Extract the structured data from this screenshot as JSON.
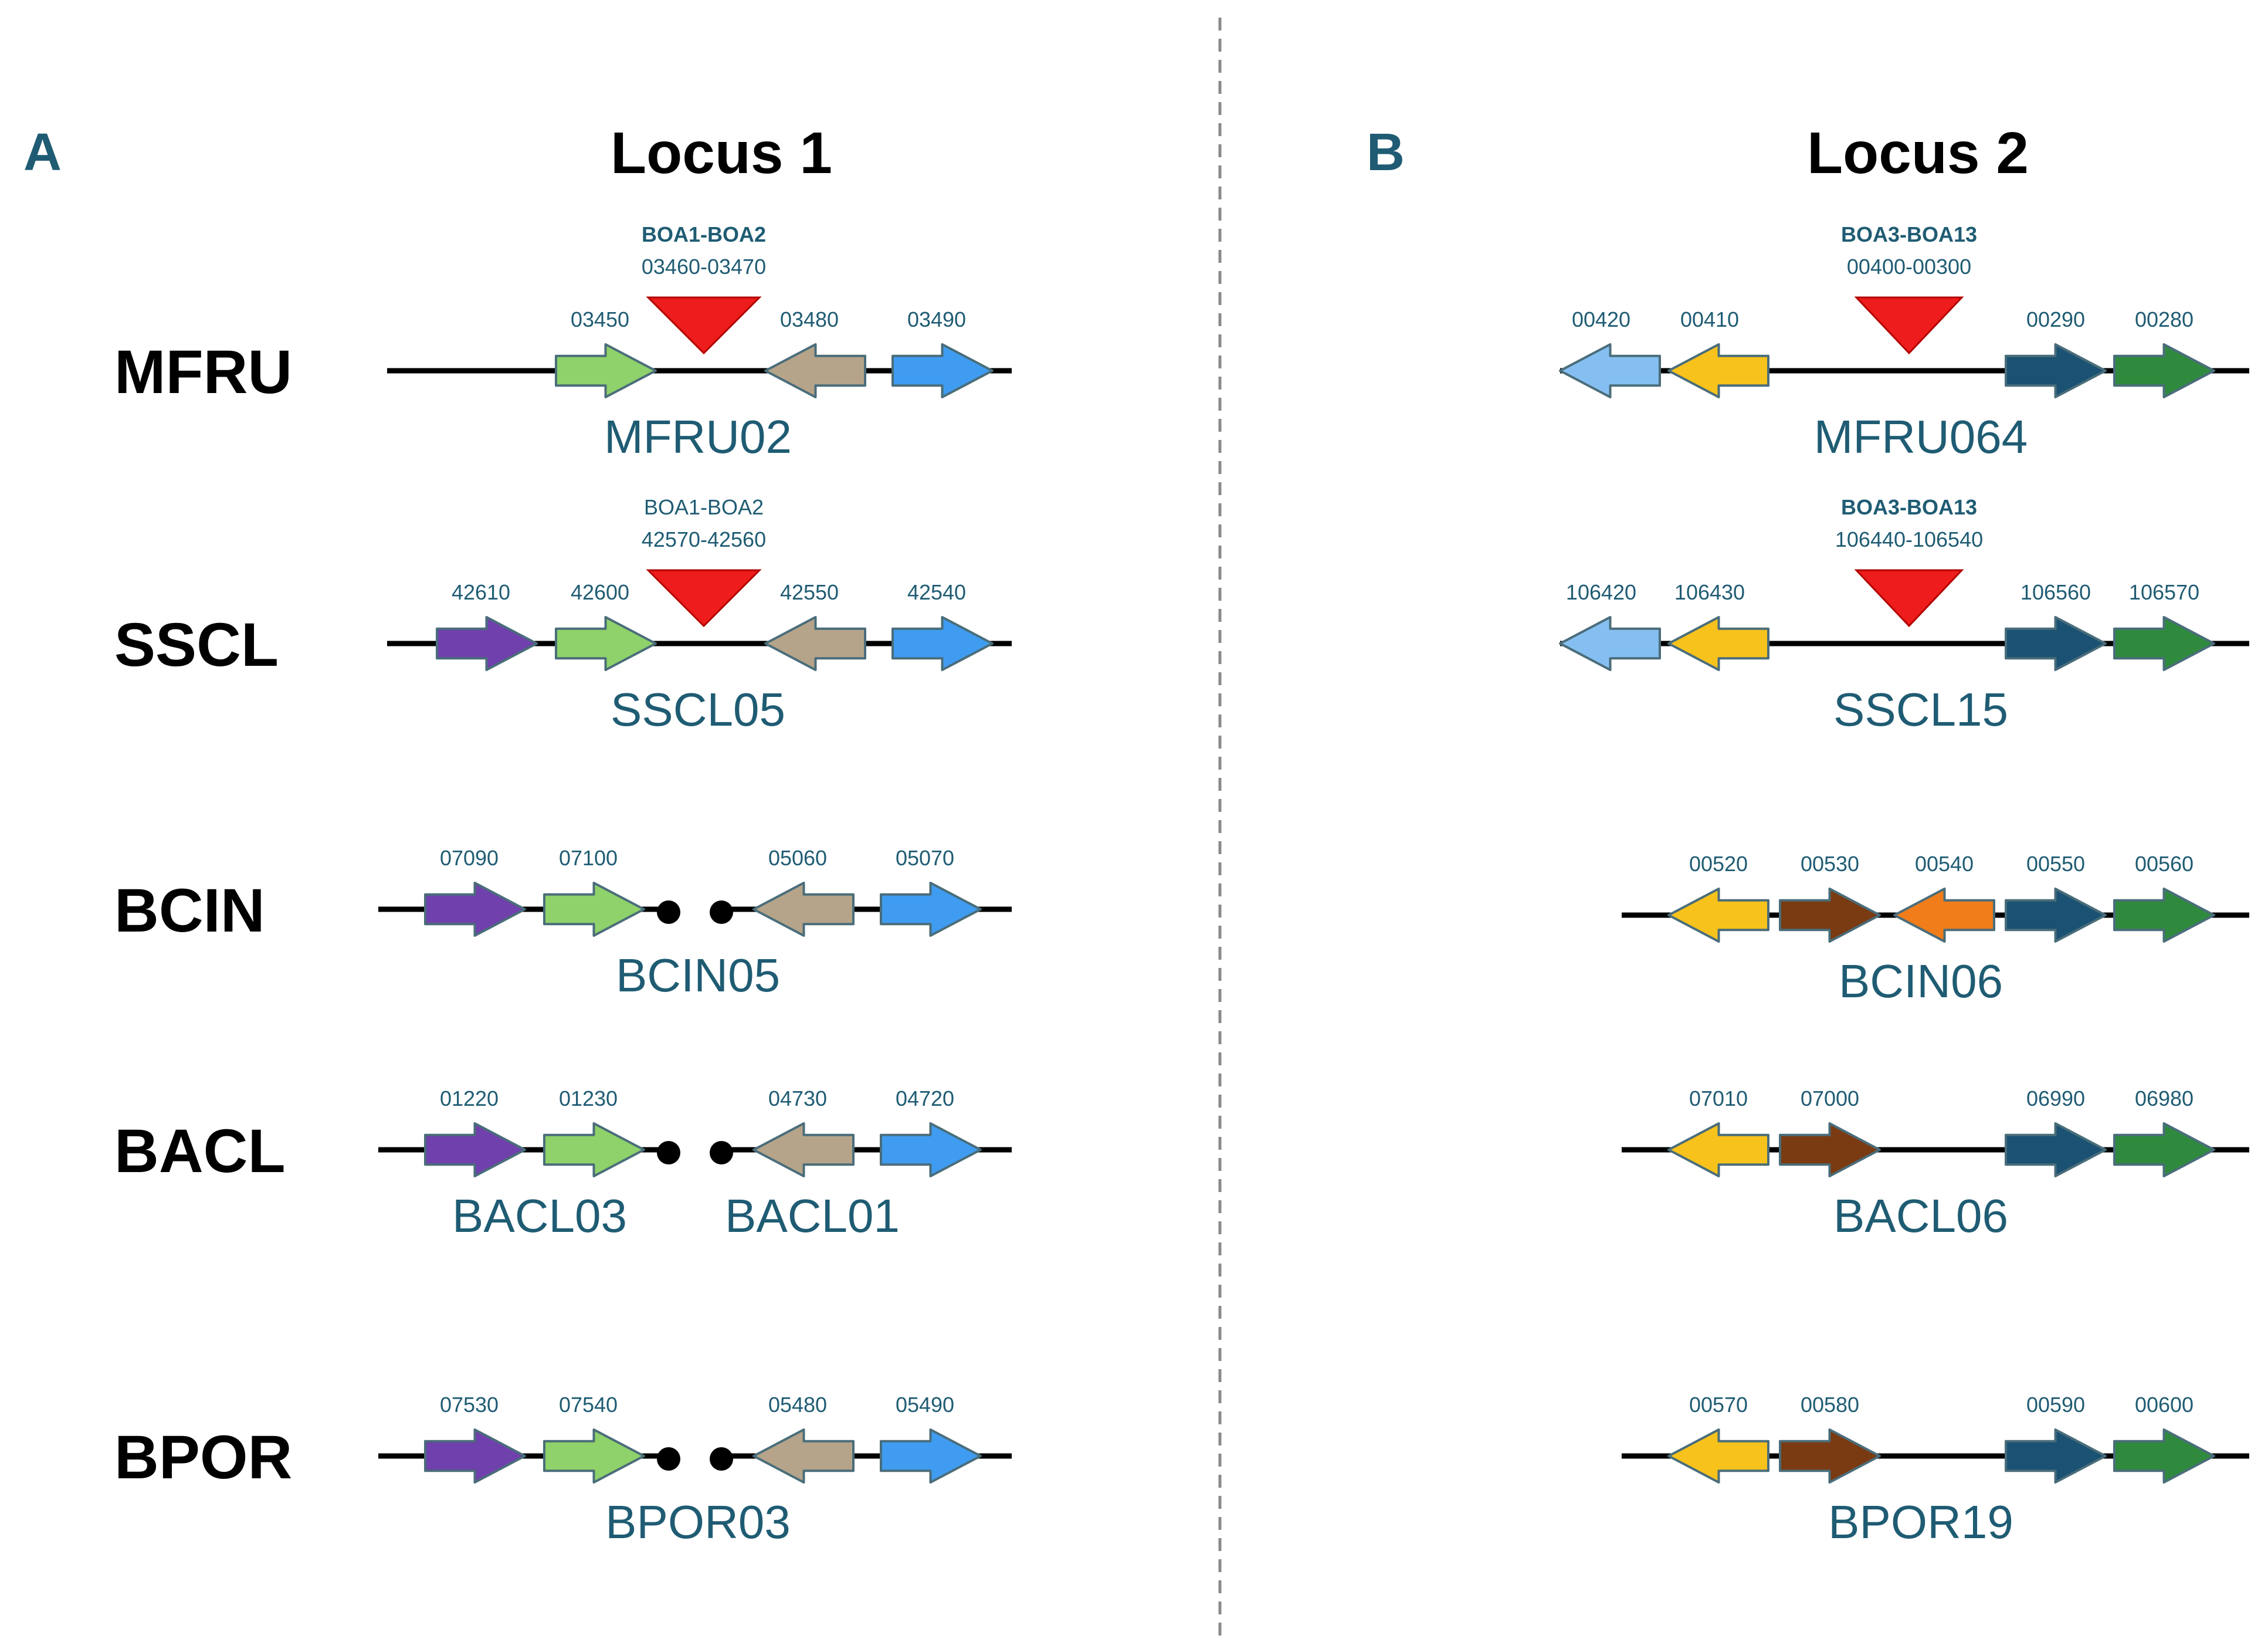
{
  "panels": [
    {
      "letter": "A",
      "title": "Locus 1",
      "rows": [
        {
          "species": "MFRU",
          "boa": {
            "name": "BOA1-BOA2",
            "bold": true,
            "range": "03460-03470"
          },
          "genes": [
            {
              "id": "03450",
              "dir": "right",
              "color": "#8fd16a"
            },
            {
              "id": "03480",
              "dir": "left",
              "color": "#b5a48a"
            },
            {
              "id": "03490",
              "dir": "right",
              "color": "#3f9cf0"
            }
          ],
          "gap": false,
          "scaffolds": [
            "MFRU02"
          ]
        },
        {
          "species": "SSCL",
          "boa": {
            "name": "BOA1-BOA2",
            "bold": false,
            "range": "42570-42560"
          },
          "genes": [
            {
              "id": "42610",
              "dir": "right",
              "color": "#7040ac"
            },
            {
              "id": "42600",
              "dir": "right",
              "color": "#8fd16a"
            },
            {
              "id": "42550",
              "dir": "left",
              "color": "#b5a48a"
            },
            {
              "id": "42540",
              "dir": "right",
              "color": "#3f9cf0"
            }
          ],
          "gap": false,
          "scaffolds": [
            "SSCL05"
          ]
        },
        {
          "species": "BCIN",
          "boa": null,
          "genes": [
            {
              "id": "07090",
              "dir": "right",
              "color": "#7040ac"
            },
            {
              "id": "07100",
              "dir": "right",
              "color": "#8fd16a"
            },
            {
              "id": "05060",
              "dir": "left",
              "color": "#b5a48a"
            },
            {
              "id": "05070",
              "dir": "right",
              "color": "#3f9cf0"
            }
          ],
          "gap": true,
          "scaffolds": [
            "BCIN05"
          ]
        },
        {
          "species": "BACL",
          "boa": null,
          "genes": [
            {
              "id": "01220",
              "dir": "right",
              "color": "#7040ac"
            },
            {
              "id": "01230",
              "dir": "right",
              "color": "#8fd16a"
            },
            {
              "id": "04730",
              "dir": "left",
              "color": "#b5a48a"
            },
            {
              "id": "04720",
              "dir": "right",
              "color": "#3f9cf0"
            }
          ],
          "gap": true,
          "scaffolds": [
            "BACL03",
            "BACL01"
          ]
        },
        {
          "species": "BPOR",
          "boa": null,
          "genes": [
            {
              "id": "07530",
              "dir": "right",
              "color": "#7040ac"
            },
            {
              "id": "07540",
              "dir": "right",
              "color": "#8fd16a"
            },
            {
              "id": "05480",
              "dir": "left",
              "color": "#b5a48a"
            },
            {
              "id": "05490",
              "dir": "right",
              "color": "#3f9cf0"
            }
          ],
          "gap": true,
          "scaffolds": [
            "BPOR03"
          ]
        }
      ]
    },
    {
      "letter": "B",
      "title": "Locus 2",
      "rows": [
        {
          "boa": {
            "name": "BOA3-BOA13",
            "bold": true,
            "range": "00400-00300"
          },
          "genes": [
            {
              "id": "00420",
              "dir": "left",
              "color": "#85bff2"
            },
            {
              "id": "00410",
              "dir": "left",
              "color": "#f7c21b"
            },
            {
              "id": "00290",
              "dir": "right",
              "color": "#1b5273"
            },
            {
              "id": "00280",
              "dir": "right",
              "color": "#2f8a3e"
            }
          ],
          "scaffolds": [
            "MFRU064"
          ]
        },
        {
          "boa": {
            "name": "BOA3-BOA13",
            "bold": true,
            "range": "106440-106540"
          },
          "genes": [
            {
              "id": "106420",
              "dir": "left",
              "color": "#85bff2"
            },
            {
              "id": "106430",
              "dir": "left",
              "color": "#f7c21b"
            },
            {
              "id": "106560",
              "dir": "right",
              "color": "#1b5273"
            },
            {
              "id": "106570",
              "dir": "right",
              "color": "#2f8a3e"
            }
          ],
          "scaffolds": [
            "SSCL15"
          ]
        },
        {
          "boa": null,
          "genes": [
            {
              "id": "00520",
              "dir": "left",
              "color": "#f7c21b"
            },
            {
              "id": "00530",
              "dir": "right",
              "color": "#7a3a12"
            },
            {
              "id": "00540",
              "dir": "left",
              "color": "#f07d1a"
            },
            {
              "id": "00550",
              "dir": "right",
              "color": "#1b5273"
            },
            {
              "id": "00560",
              "dir": "right",
              "color": "#2f8a3e"
            }
          ],
          "scaffolds": [
            "BCIN06"
          ]
        },
        {
          "boa": null,
          "genes": [
            {
              "id": "07010",
              "dir": "left",
              "color": "#f7c21b"
            },
            {
              "id": "07000",
              "dir": "right",
              "color": "#7a3a12"
            },
            {
              "id": "06990",
              "dir": "right",
              "color": "#1b5273"
            },
            {
              "id": "06980",
              "dir": "right",
              "color": "#2f8a3e"
            }
          ],
          "scaffolds": [
            "BACL06"
          ]
        },
        {
          "boa": null,
          "genes": [
            {
              "id": "00570",
              "dir": "left",
              "color": "#f7c21b"
            },
            {
              "id": "00580",
              "dir": "right",
              "color": "#7a3a12"
            },
            {
              "id": "00590",
              "dir": "right",
              "color": "#1b5273"
            },
            {
              "id": "00600",
              "dir": "right",
              "color": "#2f8a3e"
            }
          ],
          "scaffolds": [
            "BPOR19"
          ]
        }
      ]
    }
  ]
}
